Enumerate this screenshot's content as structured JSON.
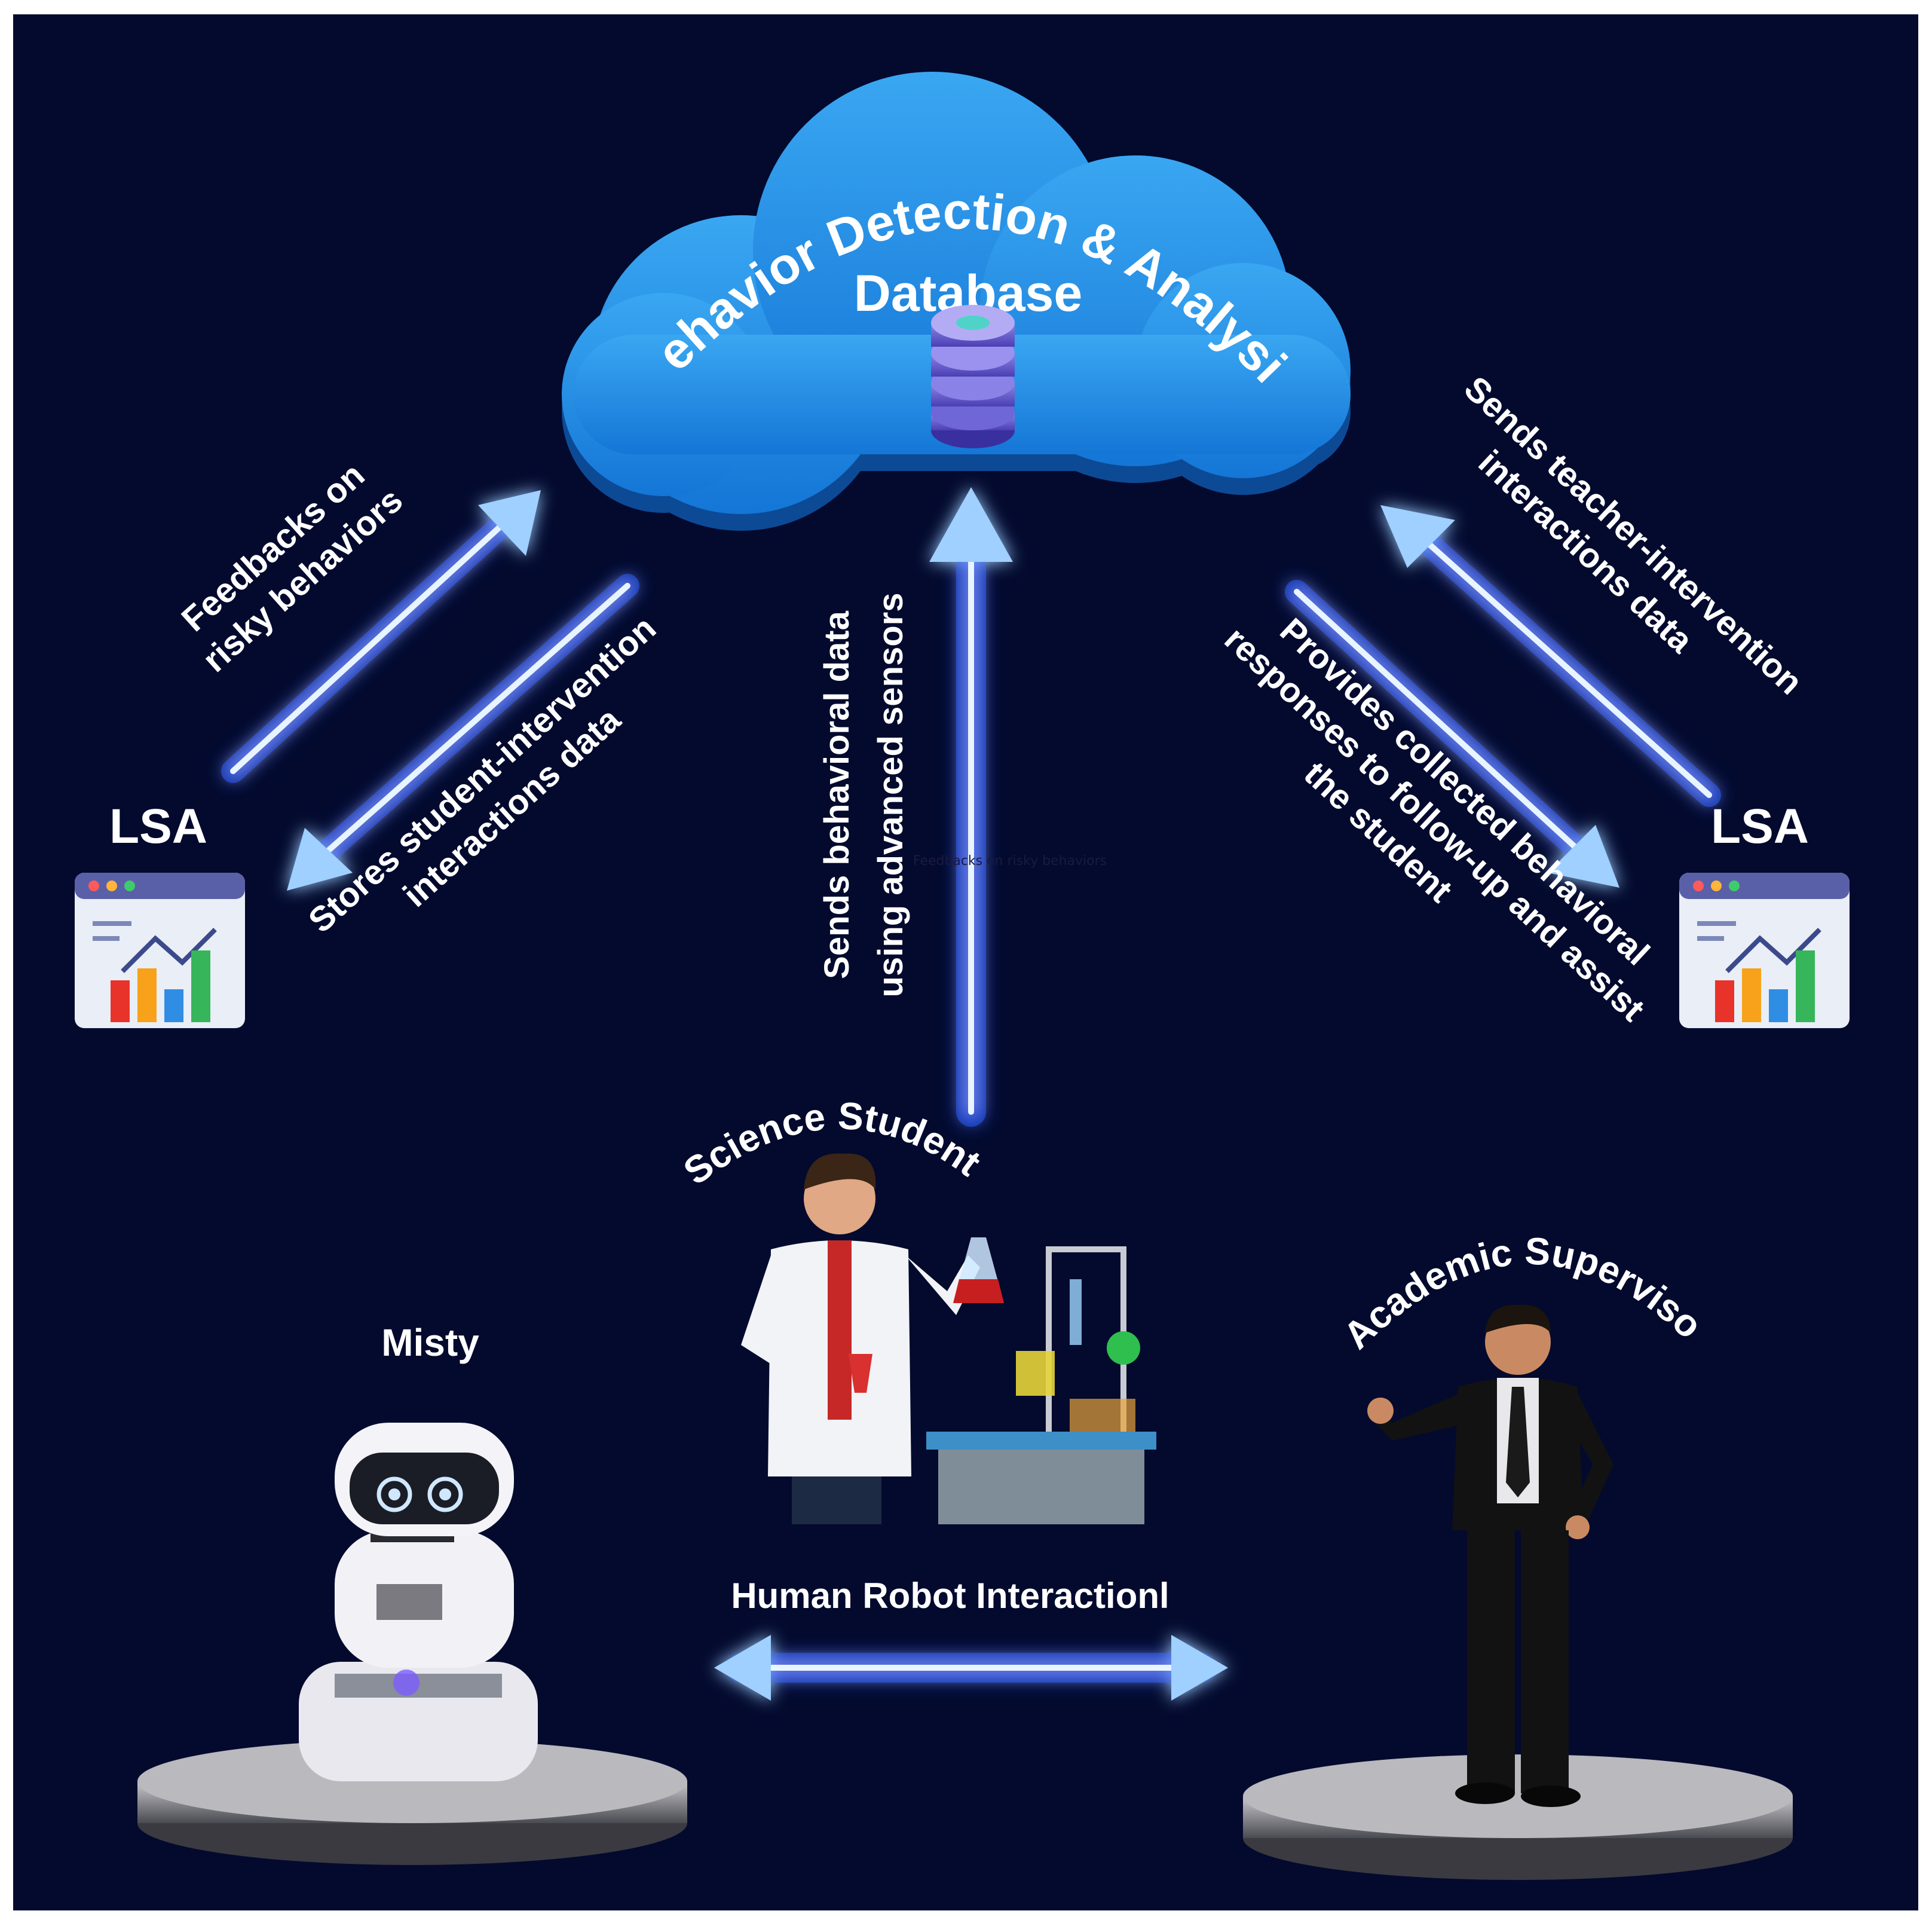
{
  "cloud": {
    "title_line1": "Behavior Detection & Analysis",
    "title_line2": "Database",
    "icon": "database-icon"
  },
  "lsa_left": {
    "label": "LSA",
    "icon": "analytics-dashboard-icon"
  },
  "lsa_right": {
    "label": "LSA",
    "icon": "analytics-dashboard-icon"
  },
  "arrows": {
    "feedback": {
      "line1": "Feedbacks on",
      "line2": "risky behaviors"
    },
    "stores": {
      "line1": "Stores student-intervention",
      "line2": "interactions data"
    },
    "sends_behavioral": {
      "line1": "Sends behavioral data",
      "line2": "using advanced sensors"
    },
    "provides": {
      "line1": "Provides collected behavioral",
      "line2": "responses to follow-up and assist",
      "line3": "the student"
    },
    "sends_teacher": {
      "line1": "Sends teacher-intervention",
      "line2": "interactions data"
    },
    "hri": {
      "label": "Human Robot Interactionl"
    }
  },
  "faint_note": "Feedbacks on risky behaviors",
  "actors": {
    "student": {
      "label": "Science Student",
      "icon": "science-student-icon"
    },
    "misty": {
      "label": "Misty",
      "icon": "robot-icon"
    },
    "supervisor": {
      "label": "Academic Supervisor",
      "icon": "supervisor-icon"
    }
  },
  "colors": {
    "background": "#030a2e",
    "frame": "#ffffff",
    "cloud": "#1f8fe6",
    "cloud_shadow": "#0a4fa0",
    "arrow_glow": "#1e5cff",
    "arrow_core": "#e8f4ff"
  }
}
